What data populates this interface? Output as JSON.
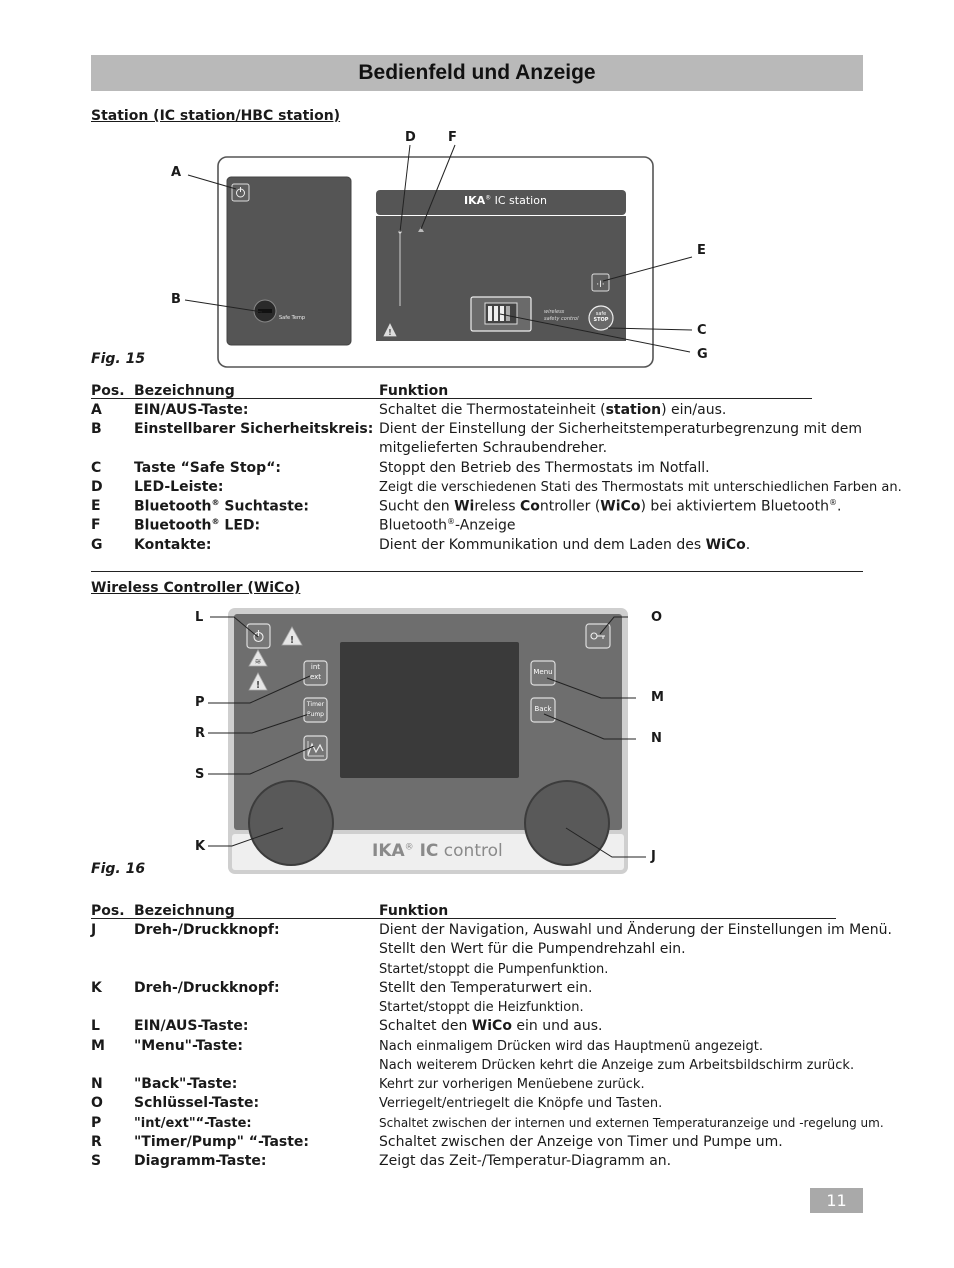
{
  "page_title": "Bedienfeld und Anzeige",
  "section1": {
    "heading": "Station (IC station/HBC station)",
    "figure_label": "Fig. 15",
    "device": {
      "brand": "IKA",
      "brand_sup": "®",
      "model": " IC station",
      "safe_temp": "Safe Temp",
      "wireless_line1": "wireless",
      "wireless_line2": "safety control",
      "safe_line1": "safe",
      "safe_line2": "STOP"
    },
    "callouts": {
      "A": "A",
      "B": "B",
      "C": "C",
      "D": "D",
      "E": "E",
      "F": "F",
      "G": "G"
    },
    "table": {
      "headers": {
        "pos": "Pos.",
        "name": "Bezeichnung",
        "func": "Funktion"
      },
      "rows": [
        {
          "pos": "A",
          "name": "EIN/AUS-Taste:",
          "func_pre": "Schaltet die Thermostateinheit (",
          "func_bold": "station",
          "func_post": ") ein/aus."
        },
        {
          "pos": "B",
          "name": "Einstellbarer Sicherheitskreis:",
          "func1": "Dient der Einstellung der Sicherheitstemperaturbegrenzung mit dem",
          "func2": "mitgelieferten Schraubendreher."
        },
        {
          "pos": "C",
          "name": "Taste “Safe Stop“:",
          "func": "Stoppt den Betrieb des Thermostats im Notfall."
        },
        {
          "pos": "D",
          "name": "LED-Leiste:",
          "func": "Zeigt die verschiedenen Stati des Thermostats mit unterschiedlichen Farben an."
        },
        {
          "pos": "E",
          "name_pre": "Bluetooth",
          "name_sup": "®",
          "name_post": " Suchtaste:",
          "f1": "Sucht den ",
          "f2": "Wi",
          "f3": "reless ",
          "f4": "Co",
          "f5": "ntroller (",
          "f6": "WiCo",
          "f7": ") bei aktiviertem Bluetooth",
          "f8": "®",
          "f9": "."
        },
        {
          "pos": "F",
          "name_pre": "Bluetooth",
          "name_sup": "®",
          "name_post": " LED:",
          "func_pre": "Bluetooth",
          "func_sup": "®",
          "func_post": "-Anzeige"
        },
        {
          "pos": "G",
          "name": "Kontakte:",
          "func_pre": "Dient der Kommunikation und dem Laden des ",
          "func_bold": "WiCo",
          "func_post": "."
        }
      ]
    }
  },
  "section2": {
    "heading": "Wireless Controller (WiCo)",
    "figure_label": "Fig. 16",
    "device": {
      "brand": "IKA",
      "brand_sup": "®",
      "model_bold": " IC",
      "model_light": " control",
      "btn_int": "int",
      "btn_ext": "ext",
      "btn_timer": "Timer",
      "btn_pump": "Pump",
      "btn_menu": "Menu",
      "btn_back": "Back"
    },
    "callouts": {
      "L": "L",
      "O": "O",
      "P": "P",
      "M": "M",
      "R": "R",
      "N": "N",
      "S": "S",
      "K": "K",
      "J": "J"
    },
    "table": {
      "headers": {
        "pos": "Pos.",
        "name": "Bezeichnung",
        "func": "Funktion"
      },
      "rows": [
        {
          "pos": "J",
          "name": "Dreh-/Druckknopf:",
          "lines": [
            "Dient der Navigation, Auswahl und Änderung der Einstellungen im Menü.",
            "Stellt den Wert für die Pumpendrehzahl ein.",
            "Startet/stoppt die Pumpenfunktion."
          ]
        },
        {
          "pos": "K",
          "name": "Dreh-/Druckknopf:",
          "lines": [
            "Stellt den Temperaturwert ein.",
            "Startet/stoppt die Heizfunktion."
          ]
        },
        {
          "pos": "L",
          "name": "EIN/AUS-Taste:",
          "func_pre": "Schaltet den ",
          "func_bold": "WiCo",
          "func_post": " ein und aus."
        },
        {
          "pos": "M",
          "name": "\"Menu\"-Taste:",
          "lines": [
            "Nach einmaligem Drücken wird das Hauptmenü angezeigt.",
            "Nach weiterem Drücken kehrt die Anzeige zum Arbeitsbildschirm zurück."
          ]
        },
        {
          "pos": "N",
          "name": "\"Back\"-Taste:",
          "func": "Kehrt zur vorherigen Menüebene zurück."
        },
        {
          "pos": "O",
          "name": "Schlüssel-Taste:",
          "func": "Verriegelt/entriegelt die Knöpfe und Tasten."
        },
        {
          "pos": "P",
          "name": "\"int/ext\"“-Taste:",
          "func": "Schaltet zwischen der internen und externen Temperaturanzeige und -regelung um."
        },
        {
          "pos": "R",
          "name": "\"Timer/Pump\" “-Taste:",
          "func": "Schaltet zwischen der Anzeige von Timer und Pumpe um."
        },
        {
          "pos": "S",
          "name": "Diagramm-Taste:",
          "func": "Zeigt das Zeit-/Temperatur-Diagramm an."
        }
      ]
    }
  },
  "page_number": "11",
  "colors": {
    "title_bar": "#b9b9b9",
    "panel_dark": "#555555",
    "panel_mid": "#6e6e6e",
    "page_num_bg": "#a9a9a9"
  }
}
